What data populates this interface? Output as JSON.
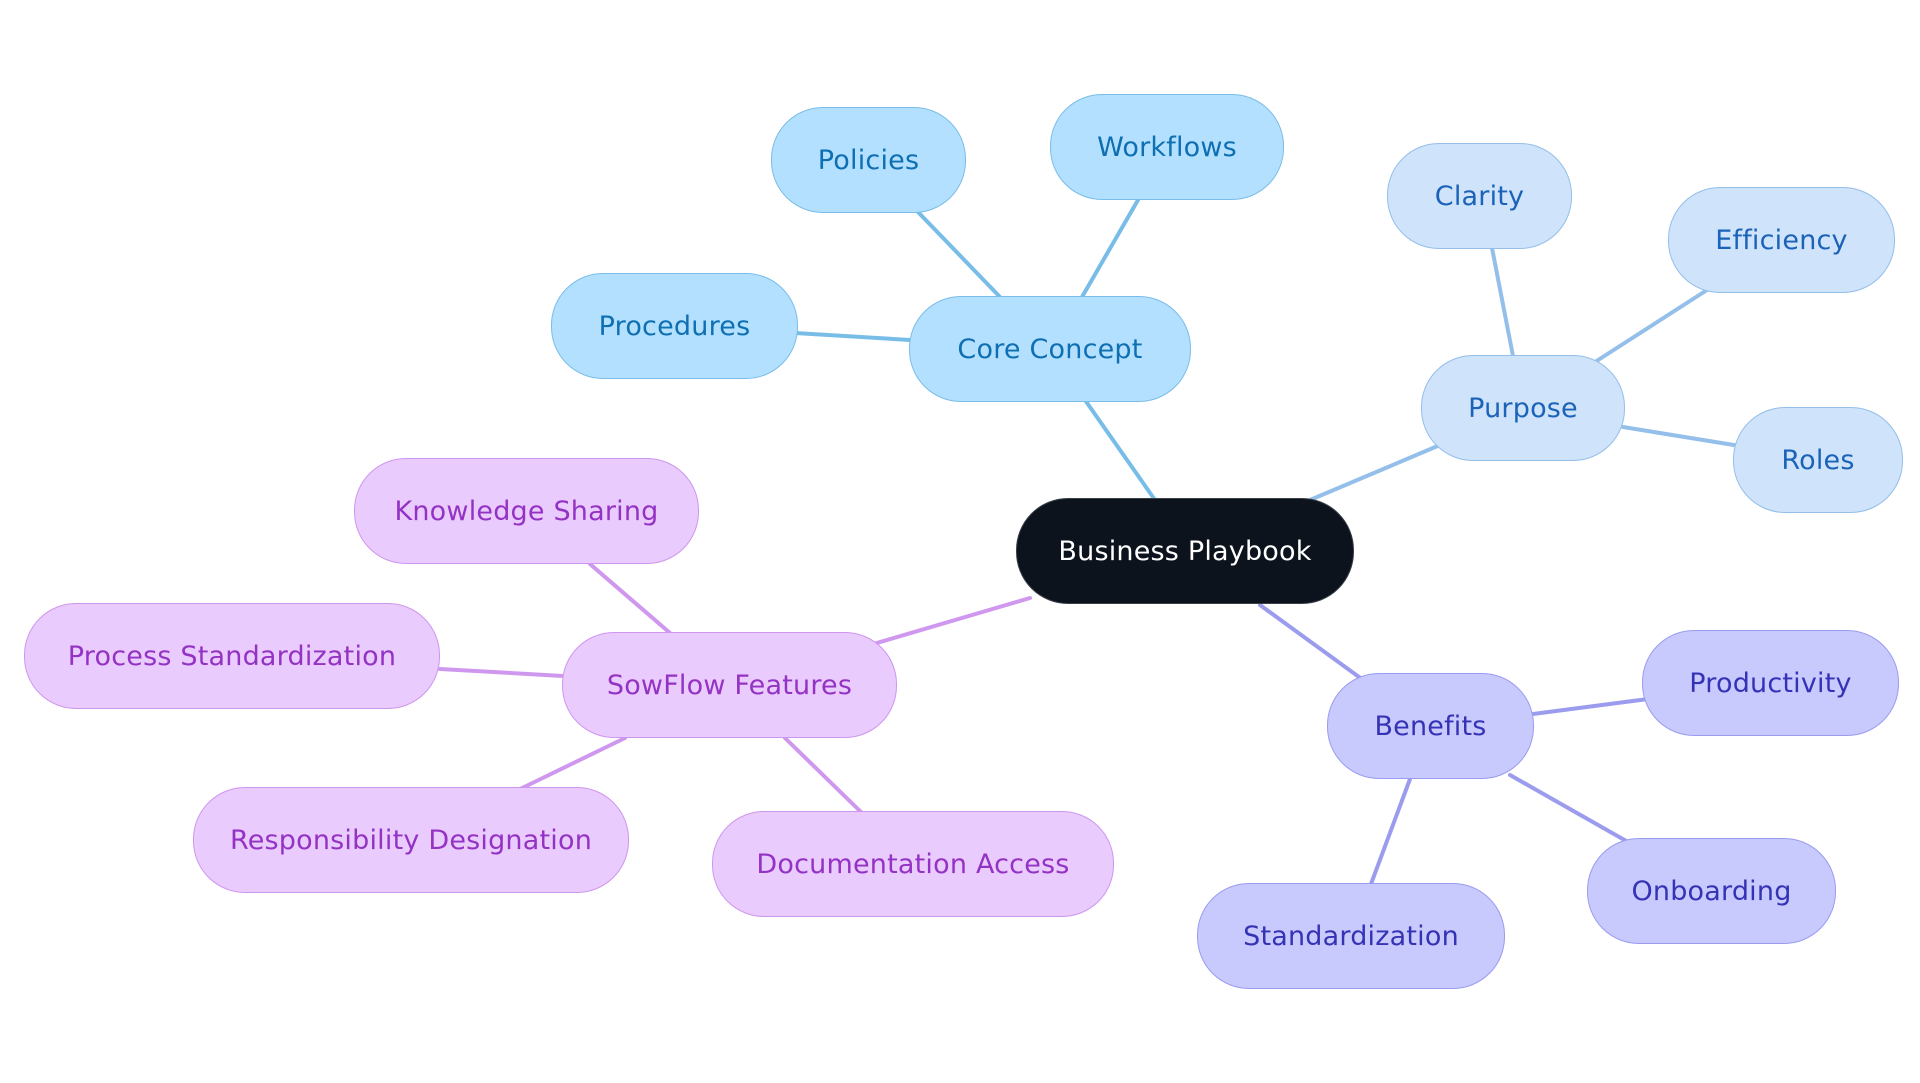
{
  "mindmap": {
    "root": "Business Playbook",
    "branches": [
      {
        "label": "Core Concept",
        "line_color": "#78bde8",
        "children": [
          "Procedures",
          "Policies",
          "Workflows"
        ]
      },
      {
        "label": "Purpose",
        "line_color": "#93bfea",
        "children": [
          "Clarity",
          "Efficiency",
          "Roles"
        ]
      },
      {
        "label": "Benefits",
        "line_color": "#9b9cee",
        "children": [
          "Productivity",
          "Onboarding",
          "Standardization"
        ]
      },
      {
        "label": "SowFlow Features",
        "line_color": "#cf98ee",
        "children": [
          "Knowledge Sharing",
          "Process Standardization",
          "Responsibility Designation",
          "Documentation Access"
        ]
      }
    ]
  },
  "colors": {
    "root_fill": "#0d131c",
    "core_fill": "#b3e0fe",
    "purpose_fill": "#cfe3fb",
    "benefits_fill": "#c8c9fd",
    "sowflow_fill": "#e9cbfd"
  }
}
